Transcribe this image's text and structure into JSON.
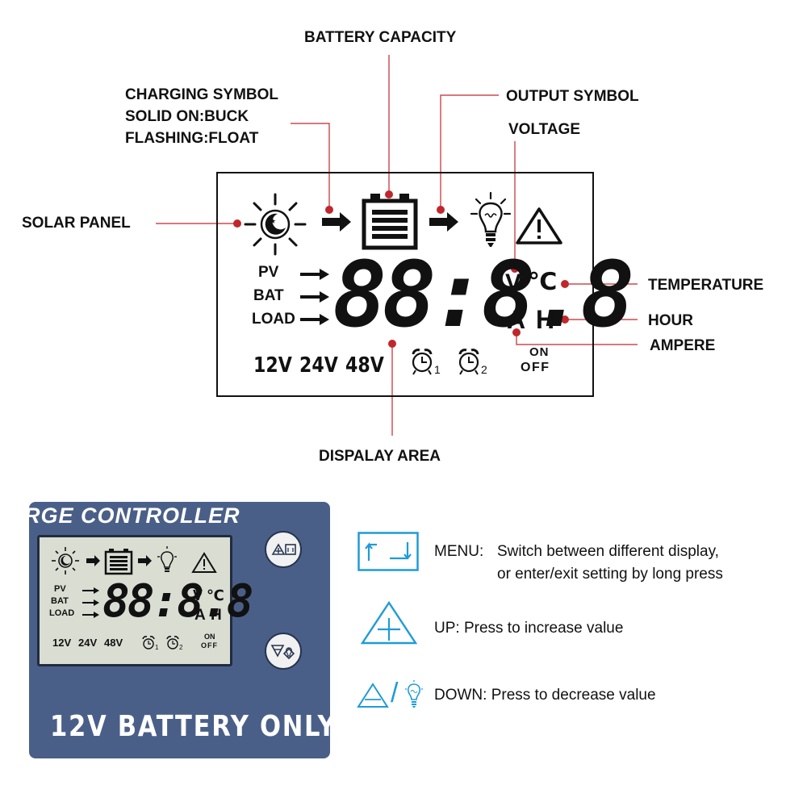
{
  "callouts": {
    "battery_capacity": "BATTERY CAPACITY",
    "charging_symbol": [
      "CHARGING SYMBOL",
      "SOLID ON:BUCK",
      "FLASHING:FLOAT"
    ],
    "output_symbol": "OUTPUT SYMBOL",
    "voltage": "VOLTAGE",
    "solar_panel": "SOLAR PANEL",
    "temperature": "TEMPERATURE",
    "hour": "HOUR",
    "ampere": "AMPERE",
    "display_area": "DISPALAY AREA"
  },
  "lcd": {
    "rows": [
      "PV",
      "BAT",
      "LOAD"
    ],
    "digits": "88:8.8",
    "unit_v": "V",
    "unit_c": "℃",
    "unit_a": "A",
    "unit_h": "H",
    "voltages": [
      "12V",
      "24V",
      "48V"
    ],
    "alarm1_sub": "1",
    "alarm2_sub": "2",
    "on": "ON",
    "off": "OFF"
  },
  "panel": {
    "header": "RGE CONTROLLER",
    "battery_only": "12V BATTERY ONLY"
  },
  "legend": {
    "menu": {
      "key": "MENU:",
      "line1": "Switch between different display,",
      "line2": "or enter/exit setting by long press"
    },
    "up": "UP: Press to increase value",
    "down": "DOWN: Press to decrease value",
    "divider": "/"
  },
  "colors": {
    "leader": "#c0272d",
    "panel": "#4a5f88",
    "accent_blue": "#1f9bd7"
  }
}
